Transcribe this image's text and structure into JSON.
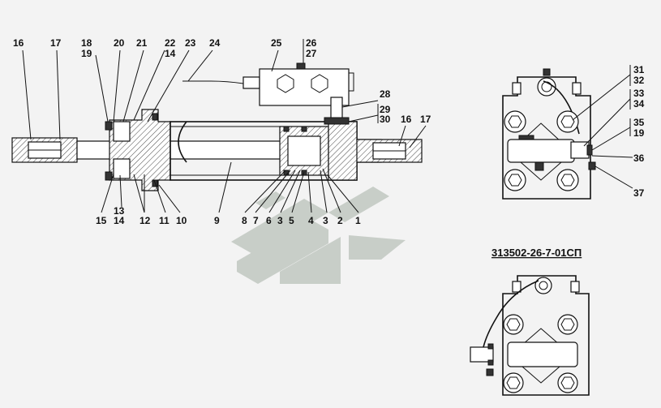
{
  "labels": {
    "l16a": "16",
    "l17a": "17",
    "l18": "18",
    "l19a": "19",
    "l20": "20",
    "l21": "21",
    "l22": "22",
    "l14a": "14",
    "l23": "23",
    "l24": "24",
    "l25": "25",
    "l26": "26",
    "l27": "27",
    "l28": "28",
    "l29": "29",
    "l30": "30",
    "l16b": "16",
    "l17b": "17",
    "l15": "15",
    "l13": "13",
    "l14b": "14",
    "l12": "12",
    "l11": "11",
    "l10": "10",
    "l9": "9",
    "l8": "8",
    "l7": "7",
    "l6": "6",
    "l3a": "3",
    "l5": "5",
    "l4": "4",
    "l3b": "3",
    "l2": "2",
    "l1": "1",
    "l31": "31",
    "l32": "32",
    "l33": "33",
    "l34": "34",
    "l35": "35",
    "l19b": "19",
    "l36": "36",
    "l37": "37"
  },
  "variant_title": "313502-26-7-01СП",
  "colors": {
    "line": "#111111",
    "watermark": "#c8cec8",
    "background": "#f3f3f3"
  }
}
